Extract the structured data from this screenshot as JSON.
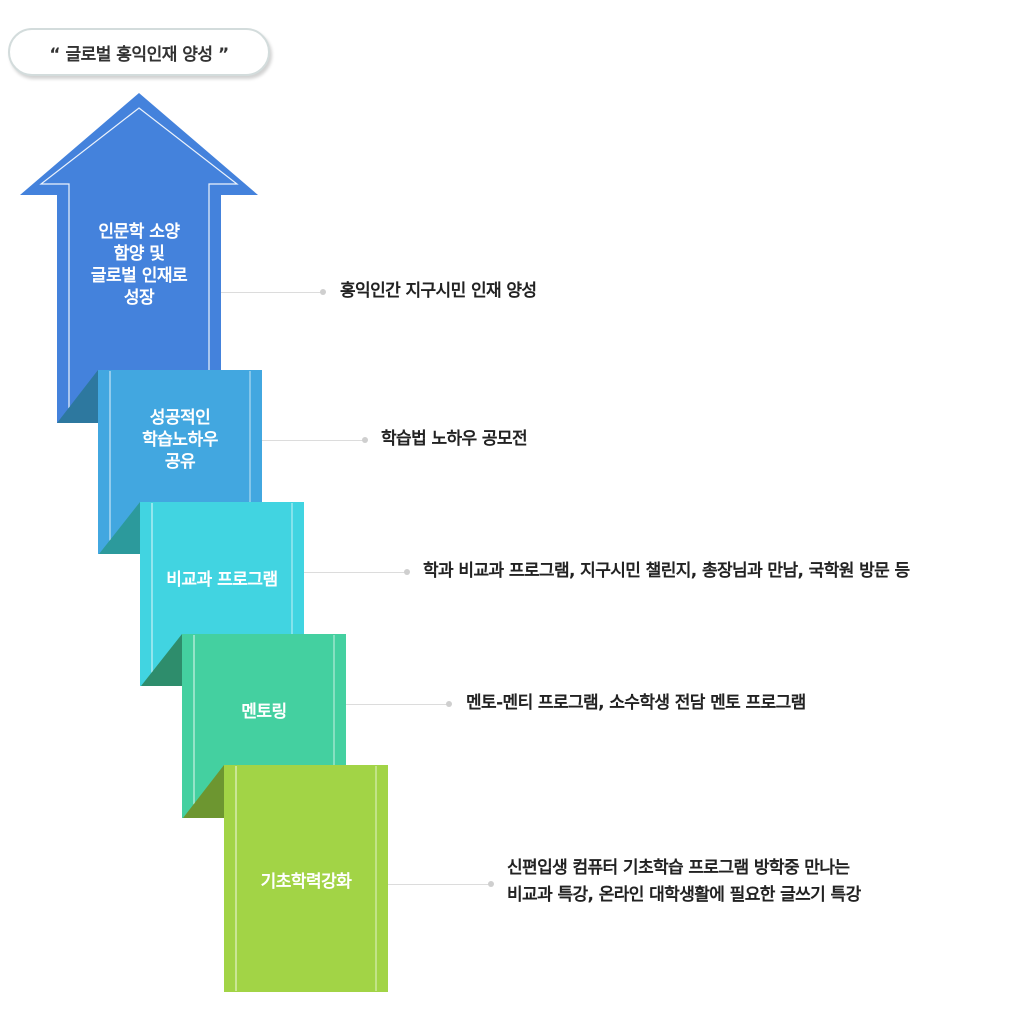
{
  "title_badge": {
    "text": "“ 글로벌 홍익인재 양성 ”"
  },
  "colors": {
    "arrow": "#4482dc",
    "step1": "#42a7e0",
    "step2": "#41d4e1",
    "step3": "#44d0a0",
    "step4": "#a2d446",
    "fold1": "#2d789f",
    "fold2": "#2c9a9c",
    "fold3": "#2e8d6c",
    "fold4": "#6d9630"
  },
  "steps": [
    {
      "label": "인문학 소양\n함양 및\n글로벌 인재로\n성장",
      "description": "홍익인간 지구시민 인재 양성"
    },
    {
      "label": "성공적인\n학습노하우\n공유",
      "description": "학습법 노하우 공모전"
    },
    {
      "label": "비교과 프로그램",
      "description": "학과 비교과 프로그램, 지구시민 챌린지, 총장님과 만남, 국학원 방문 등"
    },
    {
      "label": "멘토링",
      "description": "멘토-멘티 프로그램, 소수학생 전담 멘토 프로그램"
    },
    {
      "label": "기초학력강화",
      "description": "신편입생 컴퓨터 기초학습 프로그램 방학중 만나는\n비교과 특강, 온라인 대학생활에 필요한 글쓰기 특강"
    }
  ]
}
